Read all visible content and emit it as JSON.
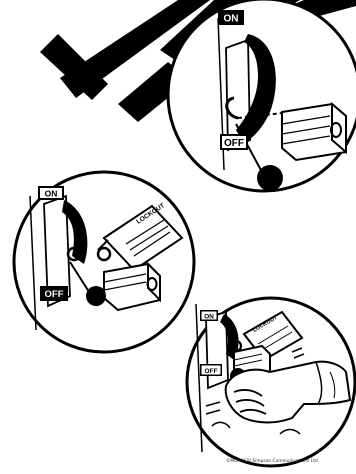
{
  "panels": [
    {
      "id": "top",
      "on_label": "ON",
      "off_label": "OFF"
    },
    {
      "id": "middle",
      "on_label": "ON",
      "off_label": "OFF",
      "tag_label": "LOCKOUT"
    },
    {
      "id": "bottom",
      "on_label": "ON",
      "off_label": "OFF",
      "tag_label": "LOCKOUT"
    }
  ],
  "footer": {
    "copyright": "©MCMXCIV Simpson Communications Ltd."
  },
  "icons": [
    "lockout-banner-graphic",
    "padlock-icon",
    "breaker-lever-icon",
    "gloved-hand-icon"
  ],
  "colors": {
    "ink": "#111111",
    "paper": "#ffffff"
  }
}
